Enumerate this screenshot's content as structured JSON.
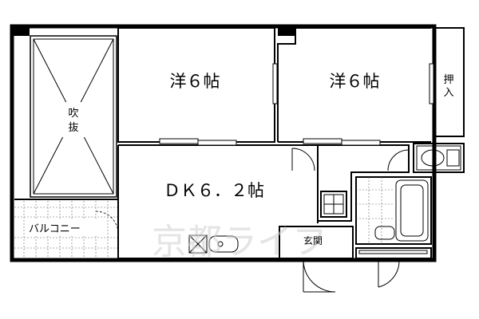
{
  "floor_plan": {
    "rooms": {
      "western_room_left": "洋６帖",
      "western_room_right": "洋６帖",
      "dining_kitchen": "ＤＫ６．２帖",
      "closet": "押入",
      "void": "吹抜",
      "balcony": "バルコニー",
      "entrance": "玄関"
    },
    "watermark": "京都ライフ"
  }
}
